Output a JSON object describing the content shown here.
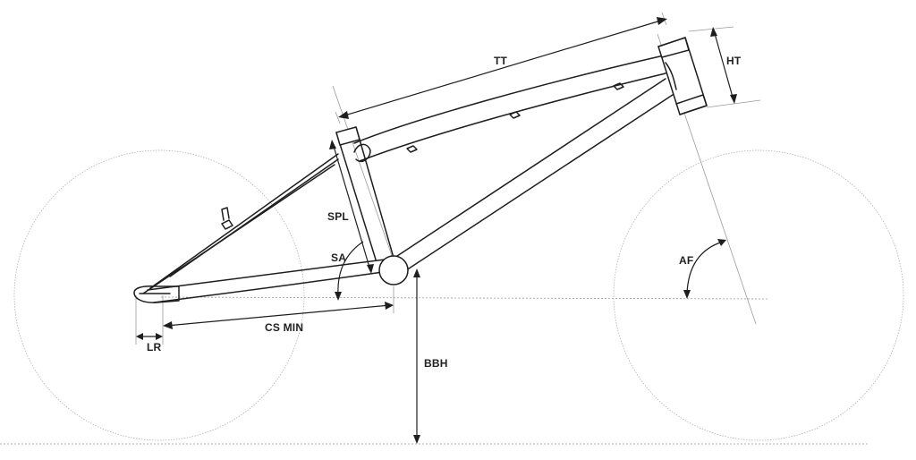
{
  "labels": {
    "tt": "TT",
    "ht": "HT",
    "spl": "SPL",
    "sa": "SA",
    "af": "AF",
    "cs_min": "CS MIN",
    "lr": "LR",
    "bbh": "BBH"
  },
  "colors": {
    "frame_stroke": "#1e1e1e",
    "guide_stroke": "#9a9a9a",
    "wheel_stroke": "#a8a8a8",
    "background": "#ffffff"
  }
}
